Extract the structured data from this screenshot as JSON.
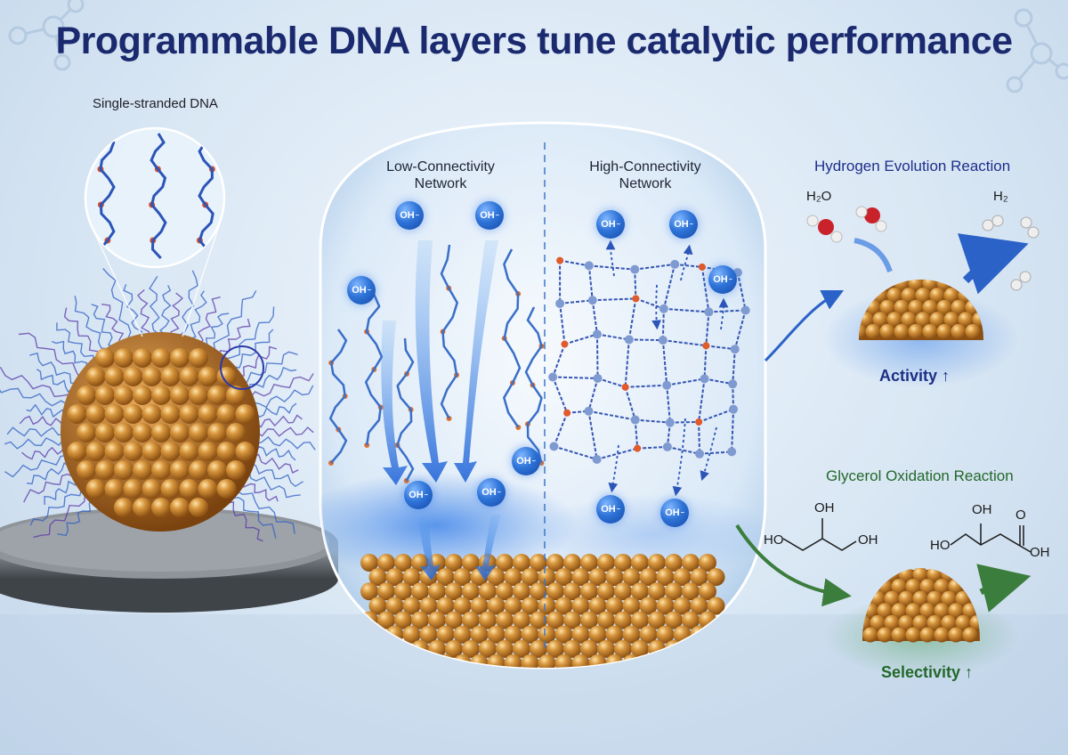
{
  "title": "Programmable DNA layers tune catalytic performance",
  "ssdna_label": "Single-stranded DNA",
  "low_network_label": "Low-Connectivity\nNetwork",
  "high_network_label": "High-Connectivity\nNetwork",
  "ion_label": "OH",
  "ion_charge": "−",
  "her": {
    "title": "Hydrogen Evolution Reaction",
    "reactant": "H₂O",
    "product": "H₂",
    "metric": "Activity ↑"
  },
  "goer": {
    "title": "Glycerol Oxidation Reaction",
    "metric": "Selectivity ↑",
    "reactant_groups": [
      "OH",
      "HO",
      "OH"
    ],
    "product_groups": [
      "OH",
      "HO",
      "O",
      "OH"
    ]
  },
  "colors": {
    "title": "#1b2a6e",
    "her": "#1e2f8c",
    "goer": "#23682a",
    "gold": "#c8842c",
    "dna": "#2c55b8",
    "ion": "#2f74d8"
  }
}
